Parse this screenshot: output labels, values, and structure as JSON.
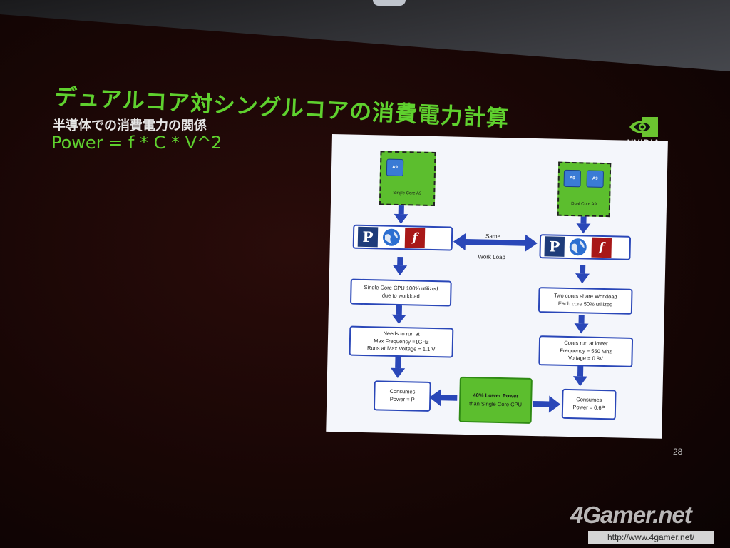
{
  "slide": {
    "title": "デュアルコア対シングルコアの消費電力計算",
    "subtitle": "半導体での消費電力の関係",
    "formula": "Power = f * C * V^2",
    "logo_text": "NVIDIA",
    "page_number": "28"
  },
  "diagram": {
    "single_chip": {
      "cores": [
        "A9"
      ],
      "label": "Single Core A9"
    },
    "dual_chip": {
      "cores": [
        "A9",
        "A9"
      ],
      "label": "Dual Core A9"
    },
    "workload": {
      "line1": "Same",
      "line2": "Work Load"
    },
    "apps": {
      "p_letter": "P",
      "flash_letter": "f"
    },
    "left_util": [
      "Single Core CPU 100% utilized",
      "due to workload"
    ],
    "right_util": [
      "Two cores share Workload",
      "Each core 50% utilized"
    ],
    "left_freq": [
      "Needs to run at",
      "Max Frequency =1GHz",
      "Runs at Max Voltage = 1.1 V"
    ],
    "right_freq": [
      "Cores run at lower",
      "Frequency = 550 Mhz",
      "Voltage = 0.8V"
    ],
    "left_power": [
      "Consumes",
      "Power = P"
    ],
    "right_power": [
      "Consumes",
      "Power = 0.6P"
    ],
    "center": [
      "40% Lower Power",
      "than Single Core CPU"
    ]
  },
  "watermark": {
    "brand": "4Gamer.net",
    "url": "http://www.4gamer.net/"
  },
  "colors": {
    "slide_green": "#5fd12e",
    "chip_green": "#5cbe2e",
    "arrow_blue": "#2a47b8"
  }
}
